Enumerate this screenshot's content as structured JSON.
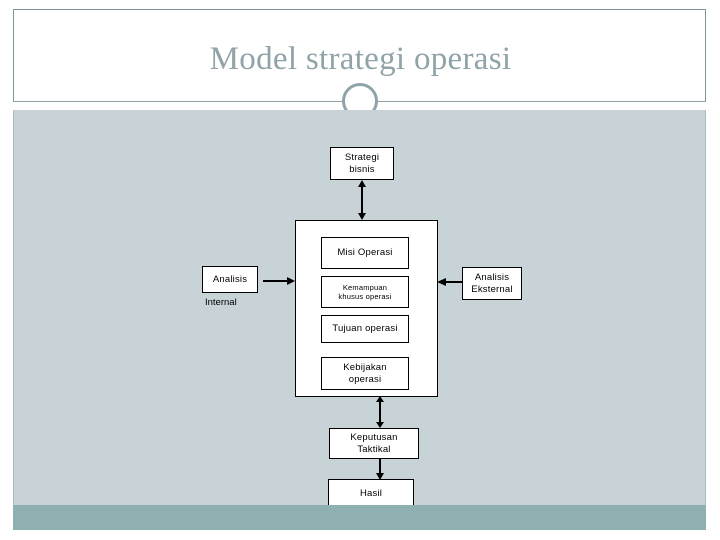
{
  "slide": {
    "title": "Model strategi operasi",
    "colors": {
      "title_text": "#8fa3a8",
      "body_background": "#c8d3d8",
      "footer_bar": "#8fb0b0",
      "divider_line": "#8fa3a8",
      "node_border": "#000000",
      "node_fill": "#ffffff"
    },
    "ornament": "ring-icon"
  },
  "diagram": {
    "type": "flow-diagram",
    "nodes": [
      {
        "id": "strategi-bisnis",
        "label": "Strategi\nbisnis",
        "lines": [
          "Strategi",
          "bisnis"
        ]
      },
      {
        "id": "analisis-internal",
        "label": "Analisis",
        "lines": [
          "Analisis"
        ]
      },
      {
        "id": "misi-operasi",
        "label": "Misi Operasi",
        "lines": [
          "Misi Operasi"
        ]
      },
      {
        "id": "kemampuan-khusus",
        "label": "Kemampuan khusus operasi",
        "lines": [
          "Kemampuan",
          "khusus operasi"
        ]
      },
      {
        "id": "tujuan-operasi",
        "label": "Tujuan operasi",
        "lines": [
          "Tujuan operasi"
        ]
      },
      {
        "id": "kebijakan-operasi",
        "label": "Kebijakan operasi",
        "lines": [
          "Kebijakan",
          "operasi"
        ]
      },
      {
        "id": "analisis-eksternal",
        "label": "Analisis Eksternal",
        "lines": [
          "Analisis",
          "Eksternal"
        ]
      },
      {
        "id": "keputusan-taktikal",
        "label": "Keputusan Taktikal",
        "lines": [
          "Keputusan",
          "Taktikal"
        ]
      },
      {
        "id": "hasil",
        "label": "Hasil",
        "lines": [
          "Hasil"
        ]
      }
    ],
    "free_labels": [
      {
        "id": "internal-label",
        "text": "Internal"
      }
    ],
    "node_text": {
      "strategi_bisnis_l1": "Strategi",
      "strategi_bisnis_l2": "bisnis",
      "analisis_internal": "Analisis",
      "internal": "Internal",
      "misi_operasi": "Misi Operasi",
      "kemampuan_l1": "Kemampuan",
      "kemampuan_l2": "khusus operasi",
      "tujuan_operasi": "Tujuan operasi",
      "kebijakan_l1": "Kebijakan",
      "kebijakan_l2": "operasi",
      "analisis_eksternal_l1": "Analisis",
      "analisis_eksternal_l2": "Eksternal",
      "keputusan_l1": "Keputusan",
      "keputusan_l2": "Taktikal",
      "hasil": "Hasil"
    },
    "edges": [
      {
        "from": "strategi-bisnis",
        "to": "operations-group",
        "style": "double-arrow",
        "orientation": "vertical"
      },
      {
        "from": "analisis-internal",
        "to": "operations-group",
        "style": "single-arrow",
        "orientation": "horizontal-right"
      },
      {
        "from": "analisis-eksternal",
        "to": "operations-group",
        "style": "single-arrow",
        "orientation": "horizontal-left"
      },
      {
        "from": "operations-group",
        "to": "keputusan-taktikal",
        "style": "double-arrow",
        "orientation": "vertical"
      },
      {
        "from": "keputusan-taktikal",
        "to": "hasil",
        "style": "single-arrow",
        "orientation": "vertical-down"
      }
    ]
  }
}
